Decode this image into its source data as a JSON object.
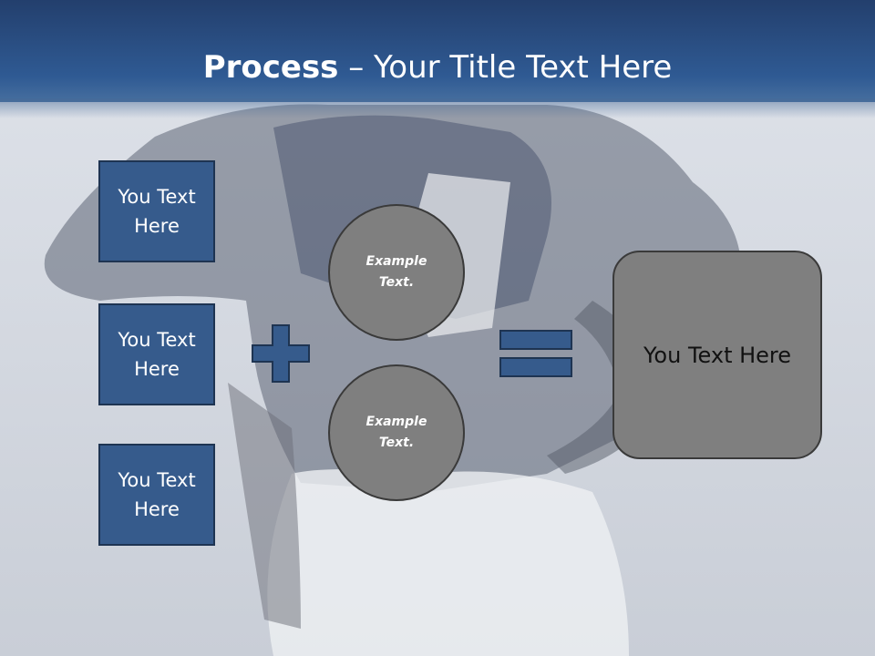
{
  "slide": {
    "title_bold": "Process",
    "title_rest": " – Your Title Text Here",
    "left_boxes": [
      {
        "label": "You Text Here"
      },
      {
        "label": "You Text Here"
      },
      {
        "label": "You Text Here"
      }
    ],
    "circles": [
      {
        "label": "Example Text."
      },
      {
        "label": "Example Text."
      }
    ],
    "operators": {
      "plus": "plus-icon",
      "equals": "equals-icon"
    },
    "result_label": "You Text Here",
    "colors": {
      "header": "#2f5a93",
      "box_fill": "#365b8c",
      "box_border": "#1e3452",
      "circle_fill": "#7f7f7f",
      "result_fill": "#7f7f7f",
      "operator_fill": "#365b8c"
    }
  }
}
